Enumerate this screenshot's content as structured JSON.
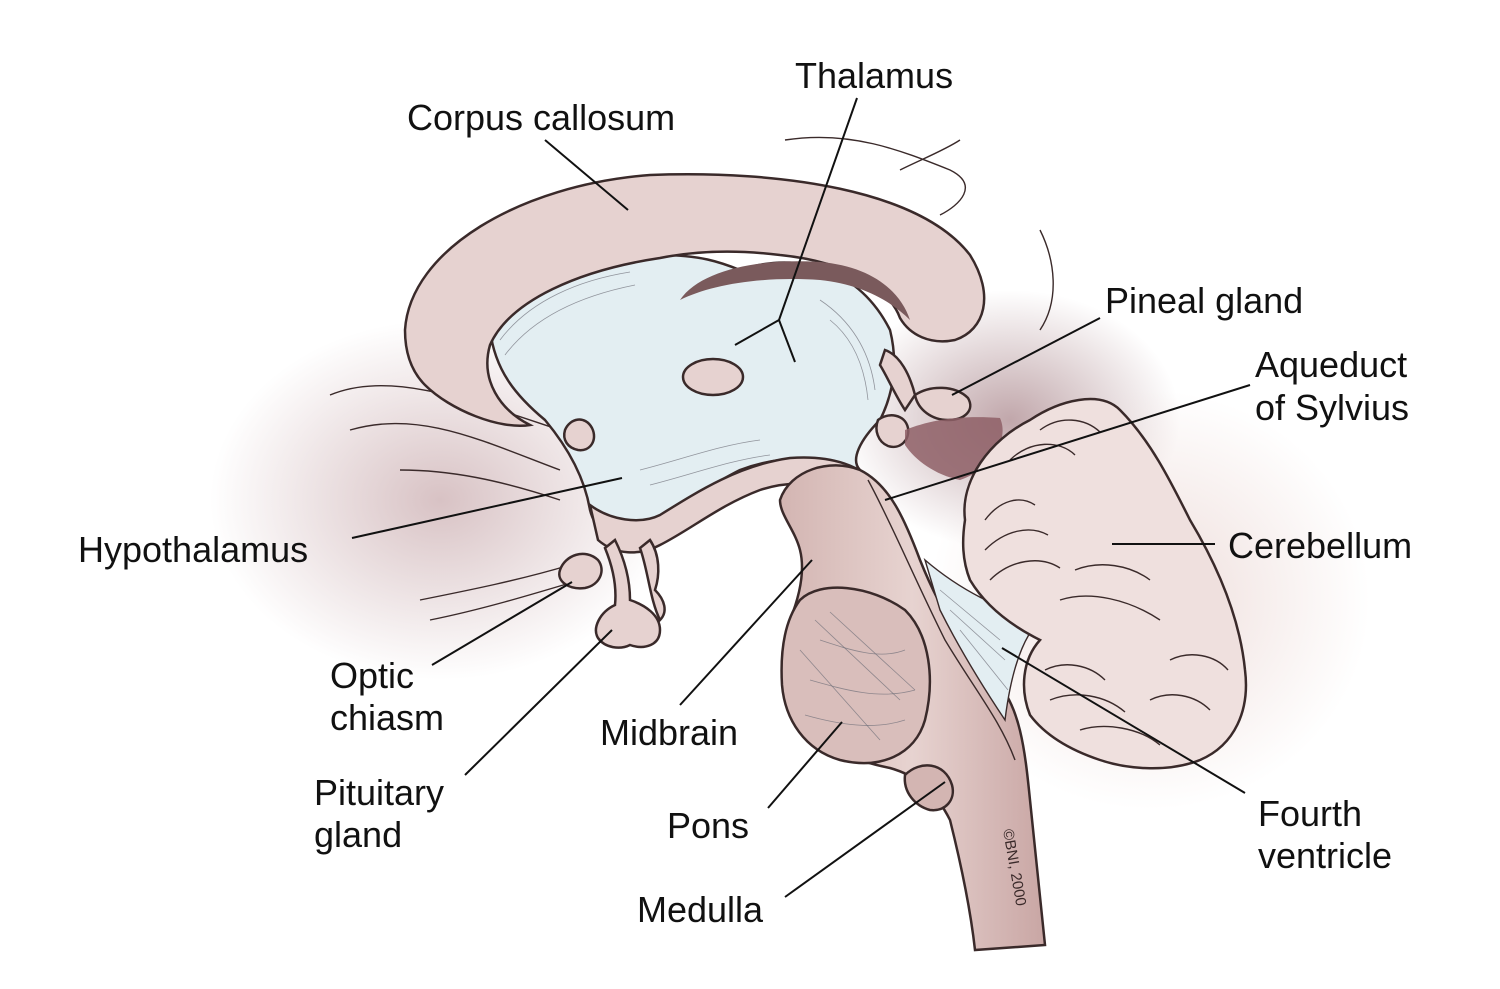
{
  "labels": {
    "corpus_callosum": "Corpus callosum",
    "thalamus": "Thalamus",
    "pineal_gland": "Pineal gland",
    "aqueduct_line1": "Aqueduct",
    "aqueduct_line2": "of Sylvius",
    "cerebellum": "Cerebellum",
    "hypothalamus": "Hypothalamus",
    "optic_line1": "Optic",
    "optic_line2": "chiasm",
    "pituitary_line1": "Pituitary",
    "pituitary_line2": "gland",
    "midbrain": "Midbrain",
    "pons": "Pons",
    "medulla": "Medulla",
    "fourth_line1": "Fourth",
    "fourth_line2": "ventricle"
  },
  "credit": "©BNI, 2000",
  "colors": {
    "tissue_pink": "#e6d2d0",
    "tissue_pink_dark": "#c9a6a4",
    "ventricle_blue": "#e3eef2",
    "shadow_mauve": "#9c7478",
    "outline": "#3a2a2a",
    "label_text": "#111111"
  }
}
